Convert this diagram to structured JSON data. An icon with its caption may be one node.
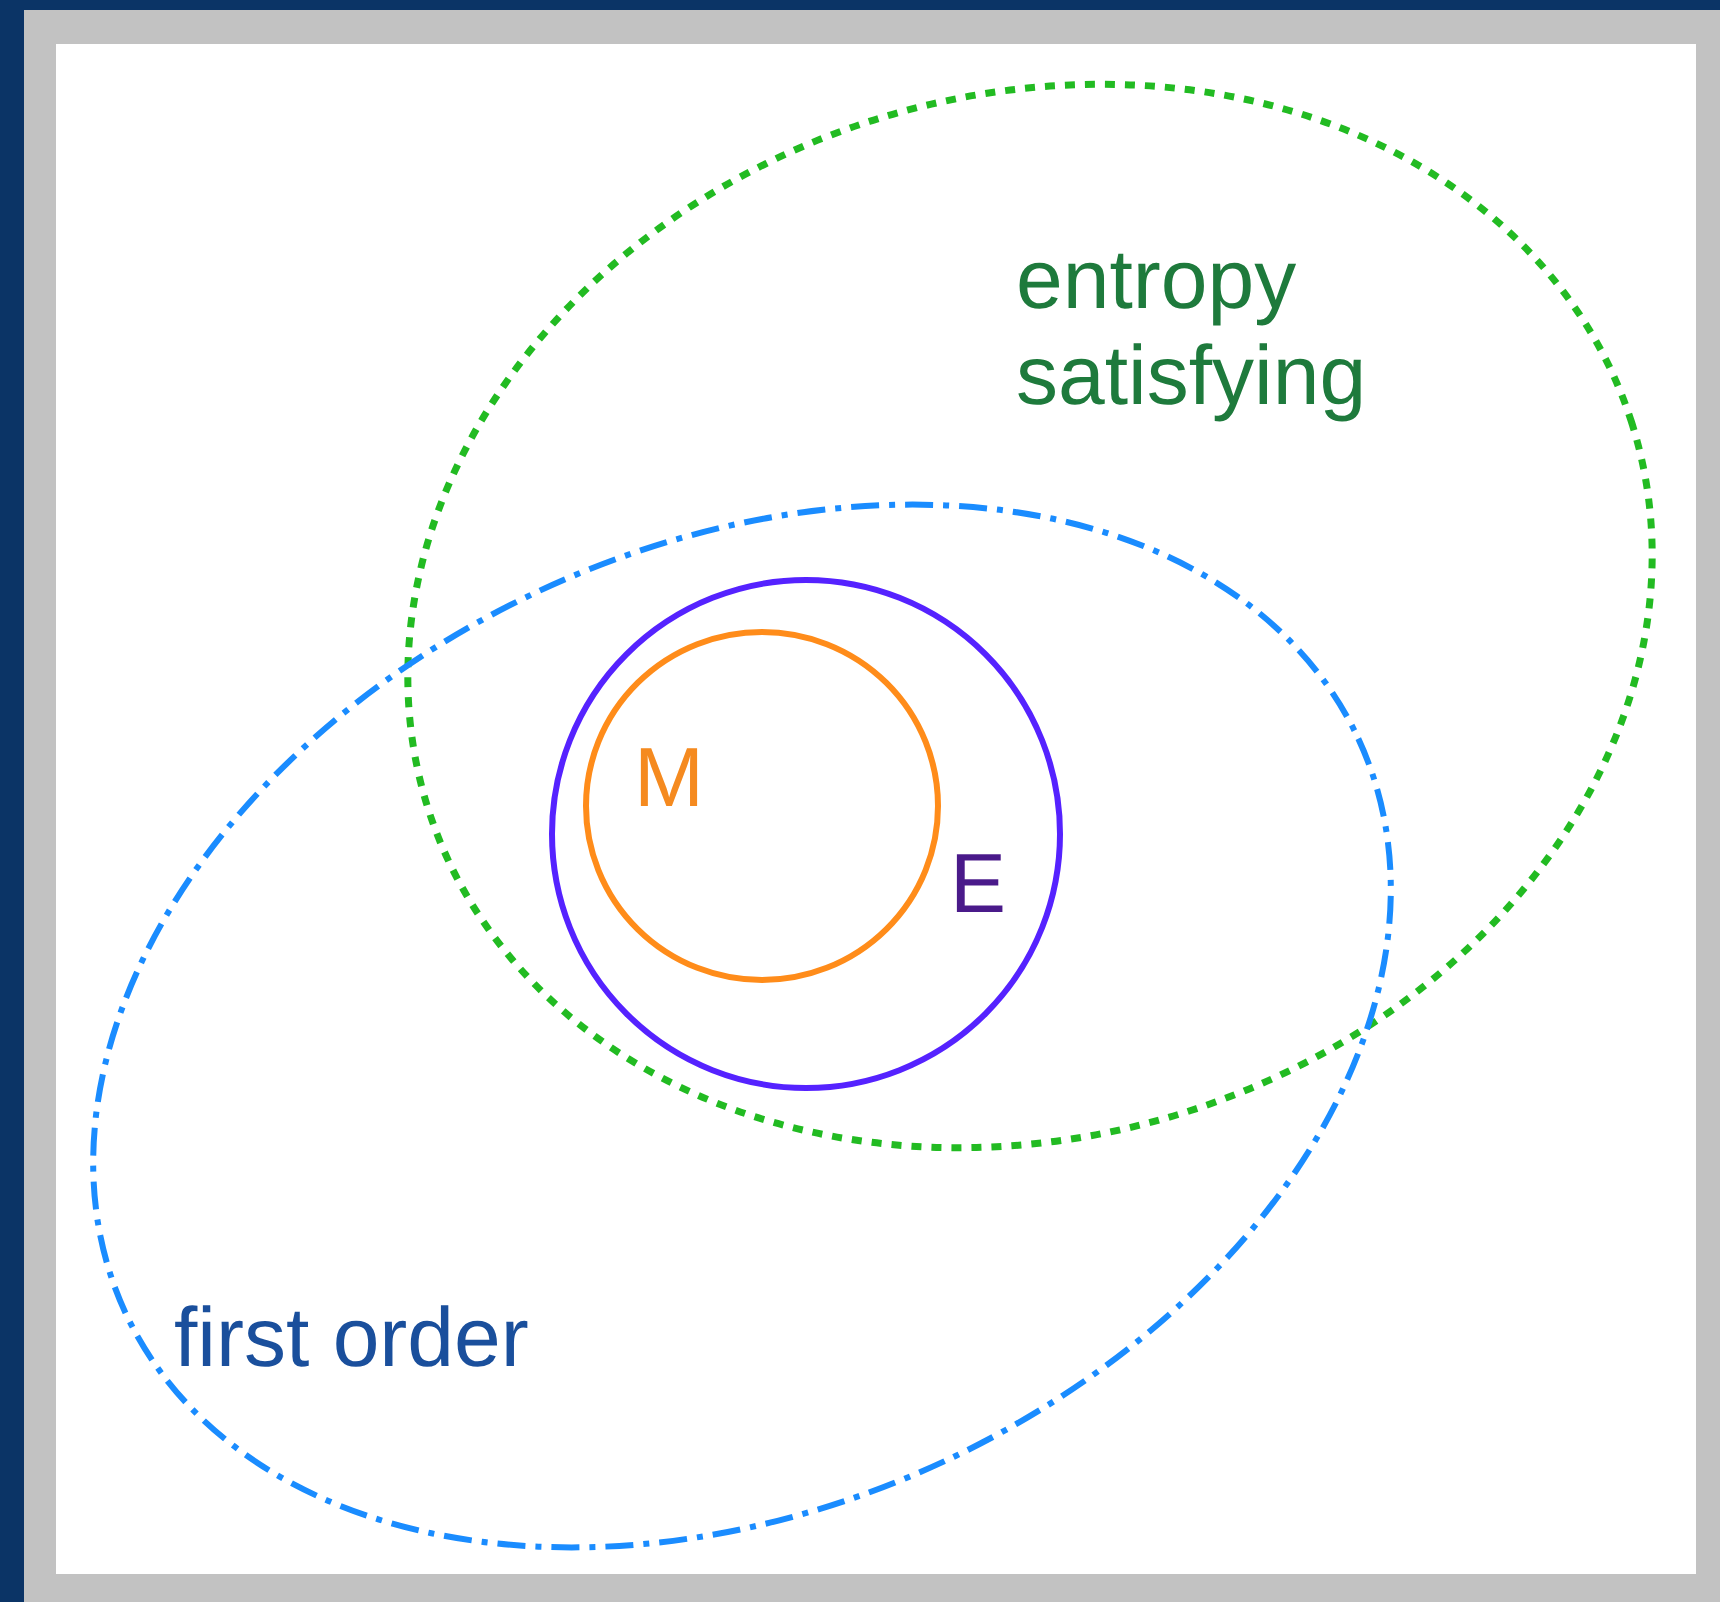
{
  "diagram": {
    "nodes": [
      {
        "text": [
          "entropy satisfying"
        ]
      },
      {
        "text": [
          "first order"
        ]
      },
      {
        "text": [
          "E"
        ]
      },
      {
        "text": [
          "M"
        ],
        "in": 2
      }
    ],
    "edges": []
  }
}
